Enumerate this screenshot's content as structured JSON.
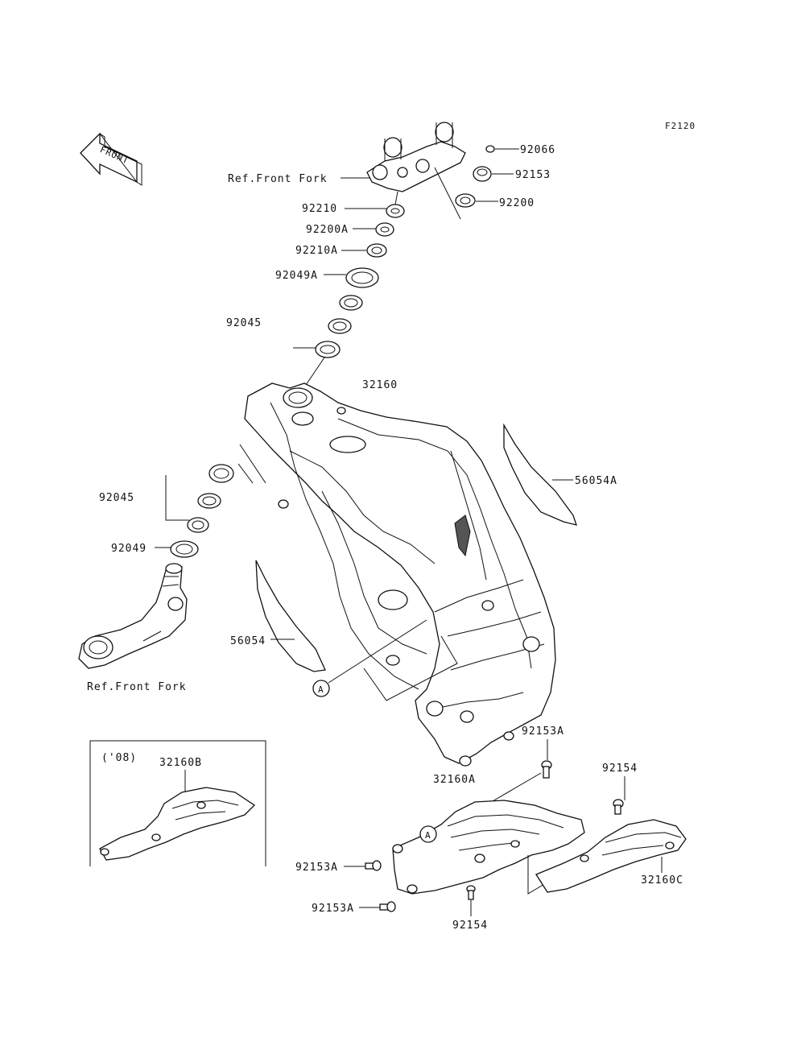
{
  "diagram_code": "F2120",
  "front_arrow": "FRONT",
  "ref_label": "Ref.Front Fork",
  "ref_label_bottom": "Ref.Front Fork",
  "year_label": "('08)",
  "callout_a": "A",
  "parts": {
    "p92066": "92066",
    "p92153": "92153",
    "p92200": "92200",
    "p92210": "92210",
    "p92200A": "92200A",
    "p92210A": "92210A",
    "p92049A": "92049A",
    "p92045_top": "92045",
    "p32160": "32160",
    "p56054A": "56054A",
    "p92045_bottom": "92045",
    "p92049": "92049",
    "p56054": "56054",
    "p92153A_right": "92153A",
    "p32160A": "32160A",
    "p92154_right": "92154",
    "p32160B": "32160B",
    "p92153A_left1": "92153A",
    "p92153A_left2": "92153A",
    "p92154_bottom": "92154",
    "p32160C": "32160C"
  }
}
